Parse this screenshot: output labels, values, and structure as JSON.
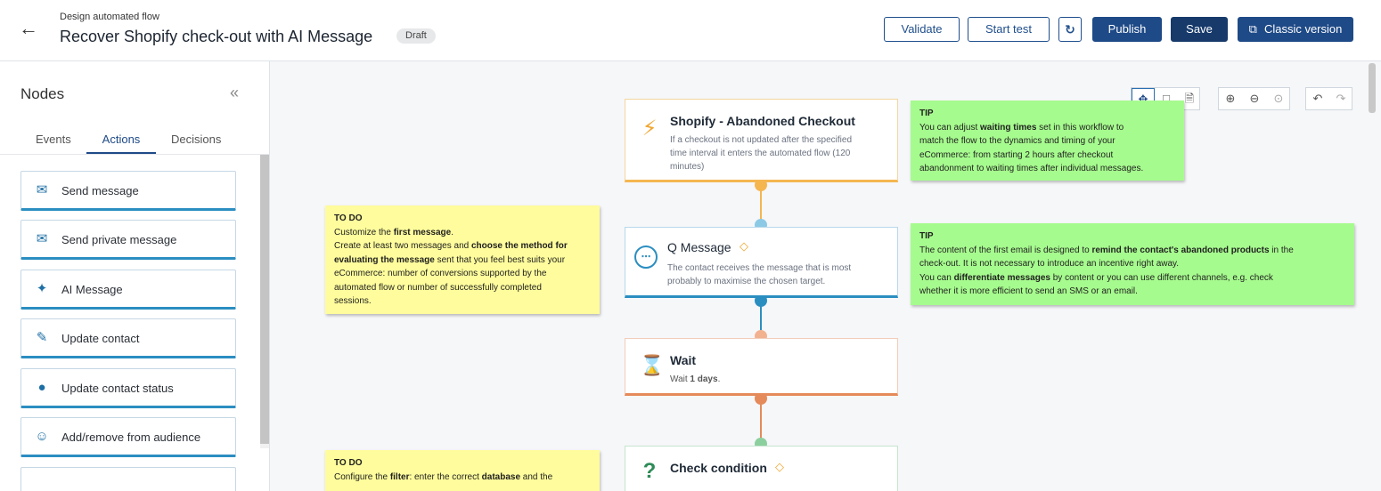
{
  "header": {
    "subtitle": "Design automated flow",
    "title": "Recover Shopify check-out with AI Message",
    "badge": "Draft",
    "buttons": {
      "validate": "Validate",
      "start_test": "Start test",
      "publish": "Publish",
      "save": "Save",
      "classic": "Classic version"
    }
  },
  "sidebar": {
    "title": "Nodes",
    "tabs": [
      "Events",
      "Actions",
      "Decisions"
    ],
    "active_tab": "Actions",
    "items": [
      {
        "label": "Send message",
        "icon": "envelope-icon"
      },
      {
        "label": "Send private message",
        "icon": "private-envelope-icon"
      },
      {
        "label": "AI Message",
        "icon": "sparkle-icon"
      },
      {
        "label": "Update contact",
        "icon": "user-edit-icon"
      },
      {
        "label": "Update contact status",
        "icon": "user-status-icon"
      },
      {
        "label": "Add/remove from audience",
        "icon": "audience-icon"
      }
    ]
  },
  "canvas": {
    "nodes": {
      "trigger": {
        "title": "Shopify - Abandoned Checkout",
        "desc1": "If a checkout is not updated after the specified",
        "desc2": "time interval it enters the automated flow (120",
        "desc3": "minutes)"
      },
      "message": {
        "title": "Q Message",
        "desc1": "The contact receives the message that is most",
        "desc2": "probably to maximise the chosen target."
      },
      "wait": {
        "title": "Wait",
        "desc_prefix": "Wait ",
        "desc_value": "1 days",
        "desc_suffix": "."
      },
      "condition": {
        "title": "Check condition"
      }
    },
    "notes": {
      "todo1": {
        "heading": "TO DO",
        "l1a": "Customize the ",
        "l1b": "first message",
        "l1c": ".",
        "l2a": "Create at least two messages and ",
        "l2b": "choose the method for",
        "l3a": "evaluating the message",
        "l3b": " sent that you feel best suits your",
        "l4": "eCommerce: number of conversions supported by the",
        "l5": "automated flow or number of successfully completed",
        "l6": "sessions."
      },
      "tip1": {
        "heading": "TIP",
        "l1a": "You can adjust ",
        "l1b": "waiting times",
        "l1c": " set in this workflow to",
        "l2": "match the flow to the dynamics and timing of your",
        "l3": "eCommerce: from starting 2 hours after checkout",
        "l4": "abandonment to waiting times after individual messages."
      },
      "tip2": {
        "heading": "TIP",
        "l1a": "The content of the first email is designed to ",
        "l1b": "remind the contact's abandoned products",
        "l1c": " in the",
        "l2": "check-out. It is not necessary to introduce an incentive right away.",
        "l3a": "You can ",
        "l3b": "differentiate messages",
        "l3c": " by content or you can use different channels, e.g. check",
        "l4": "whether it is more efficient to send an SMS or an email."
      },
      "todo2": {
        "heading": "TO DO",
        "l1a": "Configure the ",
        "l1b": "filter",
        "l1c": ": enter the correct ",
        "l1d": "database",
        "l1e": " and the"
      }
    }
  },
  "colors": {
    "primary": "#1e4a87",
    "trigger_accent": "#f5b650",
    "message_accent": "#2b8ec1",
    "wait_accent": "#e58a5a",
    "condition_accent": "#8ccf9e",
    "note_yellow": "#fefc9c",
    "note_green": "#a6fb8e"
  }
}
